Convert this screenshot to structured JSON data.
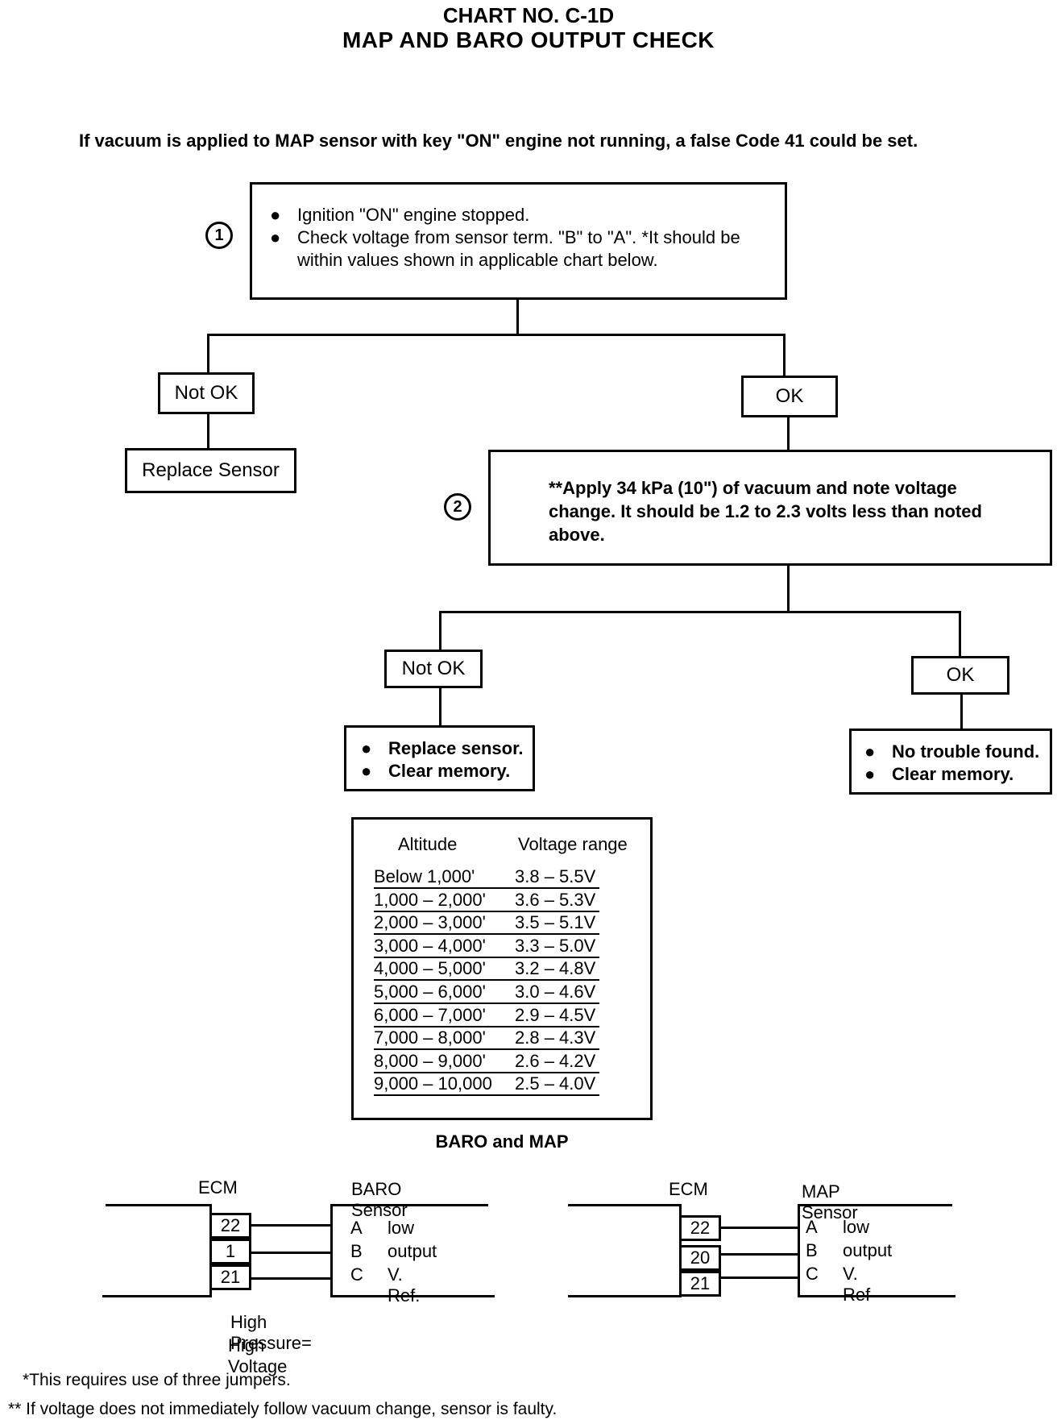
{
  "header": {
    "chart_no": "CHART NO. C-1D",
    "title": "MAP AND BARO OUTPUT CHECK"
  },
  "warning_note": "If vacuum is applied to MAP sensor with key \"ON\" engine not running, a false Code 41 could be set.",
  "step1": {
    "number": "1",
    "bullets": [
      "Ignition \"ON\" engine stopped.",
      "Check voltage from sensor term. \"B\" to \"A\". *It should be within values shown in applicable chart below."
    ],
    "not_ok_label": "Not OK",
    "ok_label": "OK",
    "not_ok_result": "Replace Sensor"
  },
  "step2": {
    "number": "2",
    "text": "**Apply 34 kPa (10\") of vacuum and note voltage change. It should be 1.2 to 2.3 volts less than noted above.",
    "not_ok_label": "Not OK",
    "ok_label": "OK",
    "not_ok_result": [
      "Replace sensor.",
      "Clear memory."
    ],
    "ok_result": [
      "No trouble found.",
      "Clear memory."
    ]
  },
  "altitude_table": {
    "headers": [
      "Altitude",
      "Voltage range"
    ],
    "rows": [
      [
        "Below 1,000'",
        "3.8 – 5.5V"
      ],
      [
        "1,000 – 2,000'",
        "3.6 – 5.3V"
      ],
      [
        "2,000 – 3,000'",
        "3.5 – 5.1V"
      ],
      [
        "3,000 – 4,000'",
        "3.3 – 5.0V"
      ],
      [
        "4,000 – 5,000'",
        "3.2 – 4.8V"
      ],
      [
        "5,000 – 6,000'",
        "3.0 – 4.6V"
      ],
      [
        "6,000 – 7,000'",
        "2.9 – 4.5V"
      ],
      [
        "7,000 – 8,000'",
        "2.8 – 4.3V"
      ],
      [
        "8,000 – 9,000'",
        "2.6 – 4.2V"
      ],
      [
        "9,000 – 10,000",
        "2.5 – 4.0V"
      ]
    ],
    "caption": "BARO and MAP"
  },
  "baro_wiring": {
    "ecm_label": "ECM",
    "sensor_label": "BARO Sensor",
    "pins": [
      "22",
      "1",
      "21"
    ],
    "terminals": [
      {
        "letter": "A",
        "name": "low"
      },
      {
        "letter": "B",
        "name": "output"
      },
      {
        "letter": "C",
        "name": "V. Ref."
      }
    ],
    "note_line1": "High Pressure=",
    "note_line2": "High Voltage"
  },
  "map_wiring": {
    "ecm_label": "ECM",
    "sensor_label": "MAP Sensor",
    "pins": [
      "22",
      "20",
      "21"
    ],
    "terminals": [
      {
        "letter": "A",
        "name": "low"
      },
      {
        "letter": "B",
        "name": "output"
      },
      {
        "letter": "C",
        "name": "V. Ref"
      }
    ]
  },
  "footnotes": [
    "*This requires use of three jumpers.",
    "** If voltage does not immediately follow vacuum change, sensor is faulty."
  ]
}
